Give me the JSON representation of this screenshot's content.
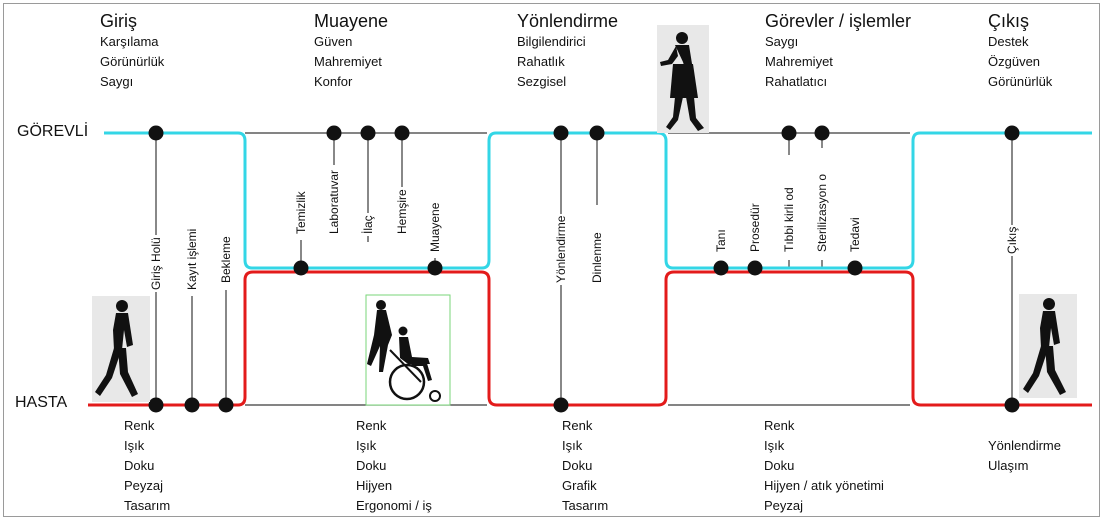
{
  "colors": {
    "staff_line": "#33d6e6",
    "patient_line": "#e31b1b",
    "connector": "#3a3a3a",
    "dot": "#111111",
    "figure_frame": "#7ad67a"
  },
  "lanes": {
    "staff": "GÖREVLİ",
    "patient": "HASTA"
  },
  "stages": [
    {
      "title": "Giriş",
      "items": [
        "Karşılama",
        "Görünürlük",
        "Saygı"
      ]
    },
    {
      "title": "Muayene",
      "items": [
        "Güven",
        "Mahremiyet",
        "Konfor"
      ]
    },
    {
      "title": "Yönlendirme",
      "items": [
        "Bilgilendirici",
        "Rahatlık",
        "Sezgisel"
      ]
    },
    {
      "title": "Görevler / işlemler",
      "items": [
        "Saygı",
        "Mahremiyet",
        "Rahatlatıcı"
      ]
    },
    {
      "title": "Çıkış",
      "items": [
        "Destek",
        "Özgüven",
        "Görünürlük"
      ]
    }
  ],
  "touchpoints": [
    "Giriş Holü",
    "Kayıt işlemi",
    "Bekleme",
    "Temizlik",
    "Laboratuvar",
    "İlaç",
    "Hemşire",
    "Muayene",
    "Yönlendirme",
    "Dinlenme",
    "Tanı",
    "Prosedür",
    "Tıbbi kirli od",
    "Sterilizasyon o",
    "Tedavi",
    "Çıkış"
  ],
  "bottom_groups": [
    [
      "Renk",
      "Işık",
      "Doku",
      "Peyzaj",
      "Tasarım"
    ],
    [
      "Renk",
      "Işık",
      "Doku",
      "Hijyen",
      "Ergonomi / iş"
    ],
    [
      "Renk",
      "Işık",
      "Doku",
      "Grafik",
      "Tasarım"
    ],
    [
      "Renk",
      "Işık",
      "Doku",
      "Hijyen / atık yönetimi",
      "Peyzaj"
    ],
    [
      "Yönlendirme",
      "Ulaşım"
    ]
  ],
  "figures": [
    "walking-patient-icon",
    "nurse-with-wheelchair-icon",
    "staff-with-tablet-icon",
    "exiting-patient-icon"
  ]
}
